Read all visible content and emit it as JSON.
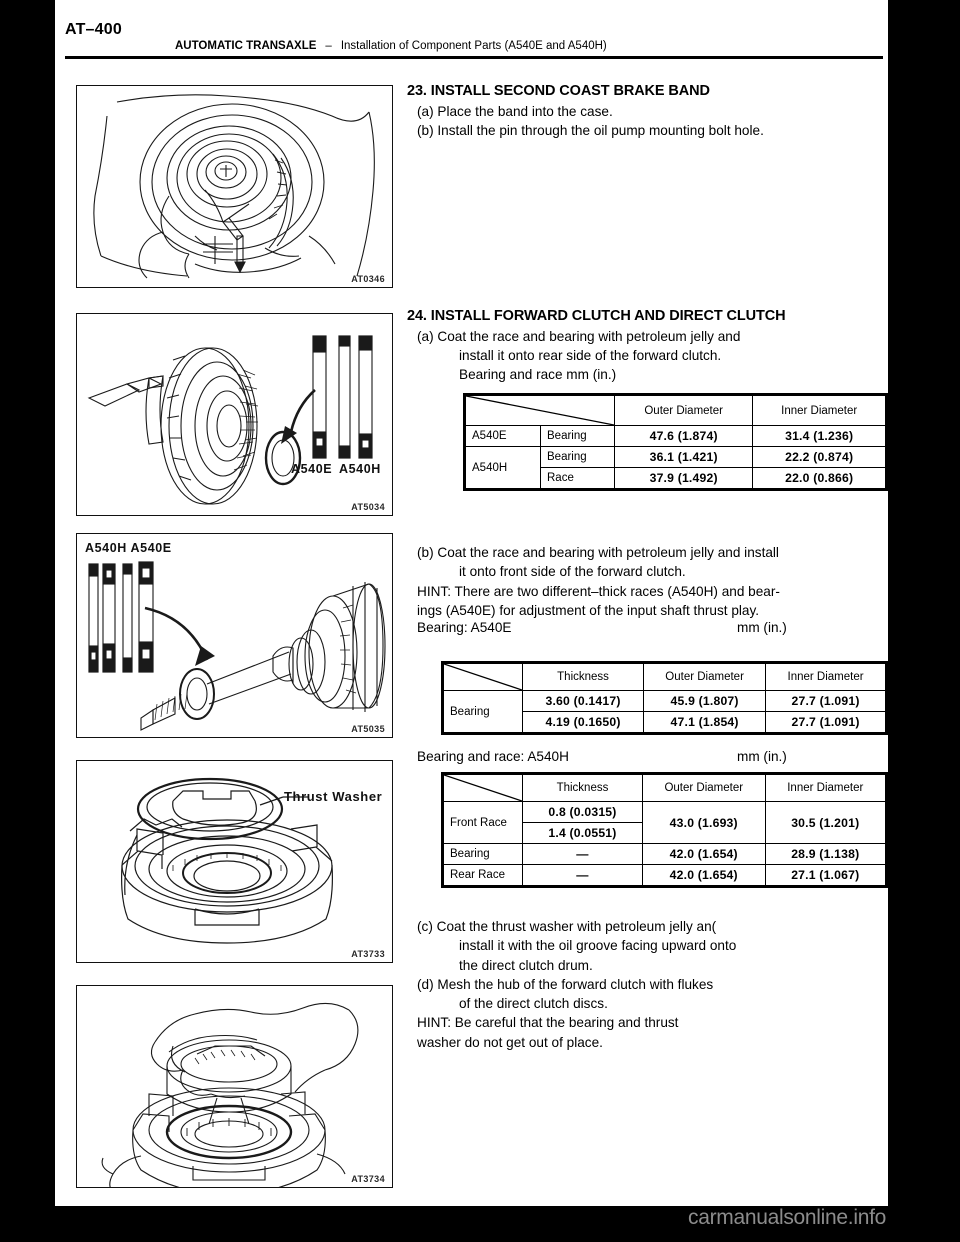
{
  "header": {
    "page_number": "AT–400",
    "section": "AUTOMATIC TRANSAXLE",
    "separator": "–",
    "subsection": "Installation of Component Parts (A540E and A540H)"
  },
  "figures": [
    {
      "code": "AT0346",
      "labels": []
    },
    {
      "code": "AT5034",
      "labels": [
        "A540E",
        "A540H"
      ]
    },
    {
      "code": "AT5035",
      "labels": [
        "A540H A540E"
      ]
    },
    {
      "code": "AT3733",
      "labels": [
        "Thrust Washer"
      ]
    },
    {
      "code": "AT3734",
      "labels": []
    }
  ],
  "steps": [
    {
      "number": "23.",
      "title": "INSTALL SECOND COAST BRAKE BAND",
      "items": [
        "(a) Place the band into the case.",
        "(b) Install the pin through the oil pump mounting bolt hole."
      ]
    },
    {
      "number": "24.",
      "title": "INSTALL FORWARD CLUTCH AND DIRECT CLUTCH",
      "item_a_l1": "(a) Coat the race and bearing with petroleum jelly and",
      "item_a_l2": "install it onto rear side of the forward clutch.",
      "item_a_l3": "Bearing and race mm (in.)",
      "item_b_l1": "(b) Coat the race and bearing with petroleum jelly and install",
      "item_b_l2": "it onto front side of the forward clutch.",
      "hint_b_l1": "HINT: There are two different–thick races (A540H) and bear-",
      "hint_b_l2": "ings (A540E) for adjustment of the input shaft thrust play.",
      "cap_b_left": "Bearing: A540E",
      "cap_b_right": "mm (in.)",
      "cap_c_left": "Bearing and race: A540H",
      "cap_c_right": "mm (in.)",
      "item_c_l1": "(c) Coat the thrust washer with petroleum jelly an(",
      "item_c_l2": "install it with the oil groove facing upward onto",
      "item_c_l3": "the direct clutch drum.",
      "item_d_l1": "(d) Mesh the hub of the forward clutch with flukes",
      "item_d_l2": "of the direct clutch discs.",
      "hint_d_l1": "HINT: Be careful that the bearing and thrust",
      "hint_d_l2": "washer do not get out of place."
    }
  ],
  "tables": {
    "bearing_and_race": {
      "headers": [
        "",
        "",
        "Outer Diameter",
        "Inner Diameter"
      ],
      "rows": [
        {
          "model": "A540E",
          "part": "Bearing",
          "outer": "47.6 (1.874)",
          "inner": "31.4 (1.236)"
        },
        {
          "model": "A540H",
          "part": "Bearing",
          "outer": "36.1 (1.421)",
          "inner": "22.2 (0.874)"
        },
        {
          "model": "",
          "part": "Race",
          "outer": "37.9 (1.492)",
          "inner": "22.0 (0.866)"
        }
      ]
    },
    "bearing_a540e": {
      "headers": [
        "",
        "Thickness",
        "Outer Diameter",
        "Inner Diameter"
      ],
      "row_label": "Bearing",
      "rows": [
        {
          "thickness": "3.60 (0.1417)",
          "outer": "45.9 (1.807)",
          "inner": "27.7 (1.091)"
        },
        {
          "thickness": "4.19 (0.1650)",
          "outer": "47.1 (1.854)",
          "inner": "27.7 (1.091)"
        }
      ]
    },
    "bearing_race_a540h": {
      "headers": [
        "",
        "Thickness",
        "Outer Diameter",
        "Inner Diameter"
      ],
      "front_race_label": "Front Race",
      "front_race_thickness": [
        "0.8 (0.0315)",
        "1.4 (0.0551)"
      ],
      "front_race_outer": "43.0 (1.693)",
      "front_race_inner": "30.5 (1.201)",
      "rows": [
        {
          "label": "Bearing",
          "thickness": "—",
          "outer": "42.0 (1.654)",
          "inner": "28.9 (1.138)"
        },
        {
          "label": "Rear Race",
          "thickness": "—",
          "outer": "42.0 (1.654)",
          "inner": "27.1 (1.067)"
        }
      ]
    }
  },
  "footer": {
    "watermark": "carmanualsonline.info"
  }
}
